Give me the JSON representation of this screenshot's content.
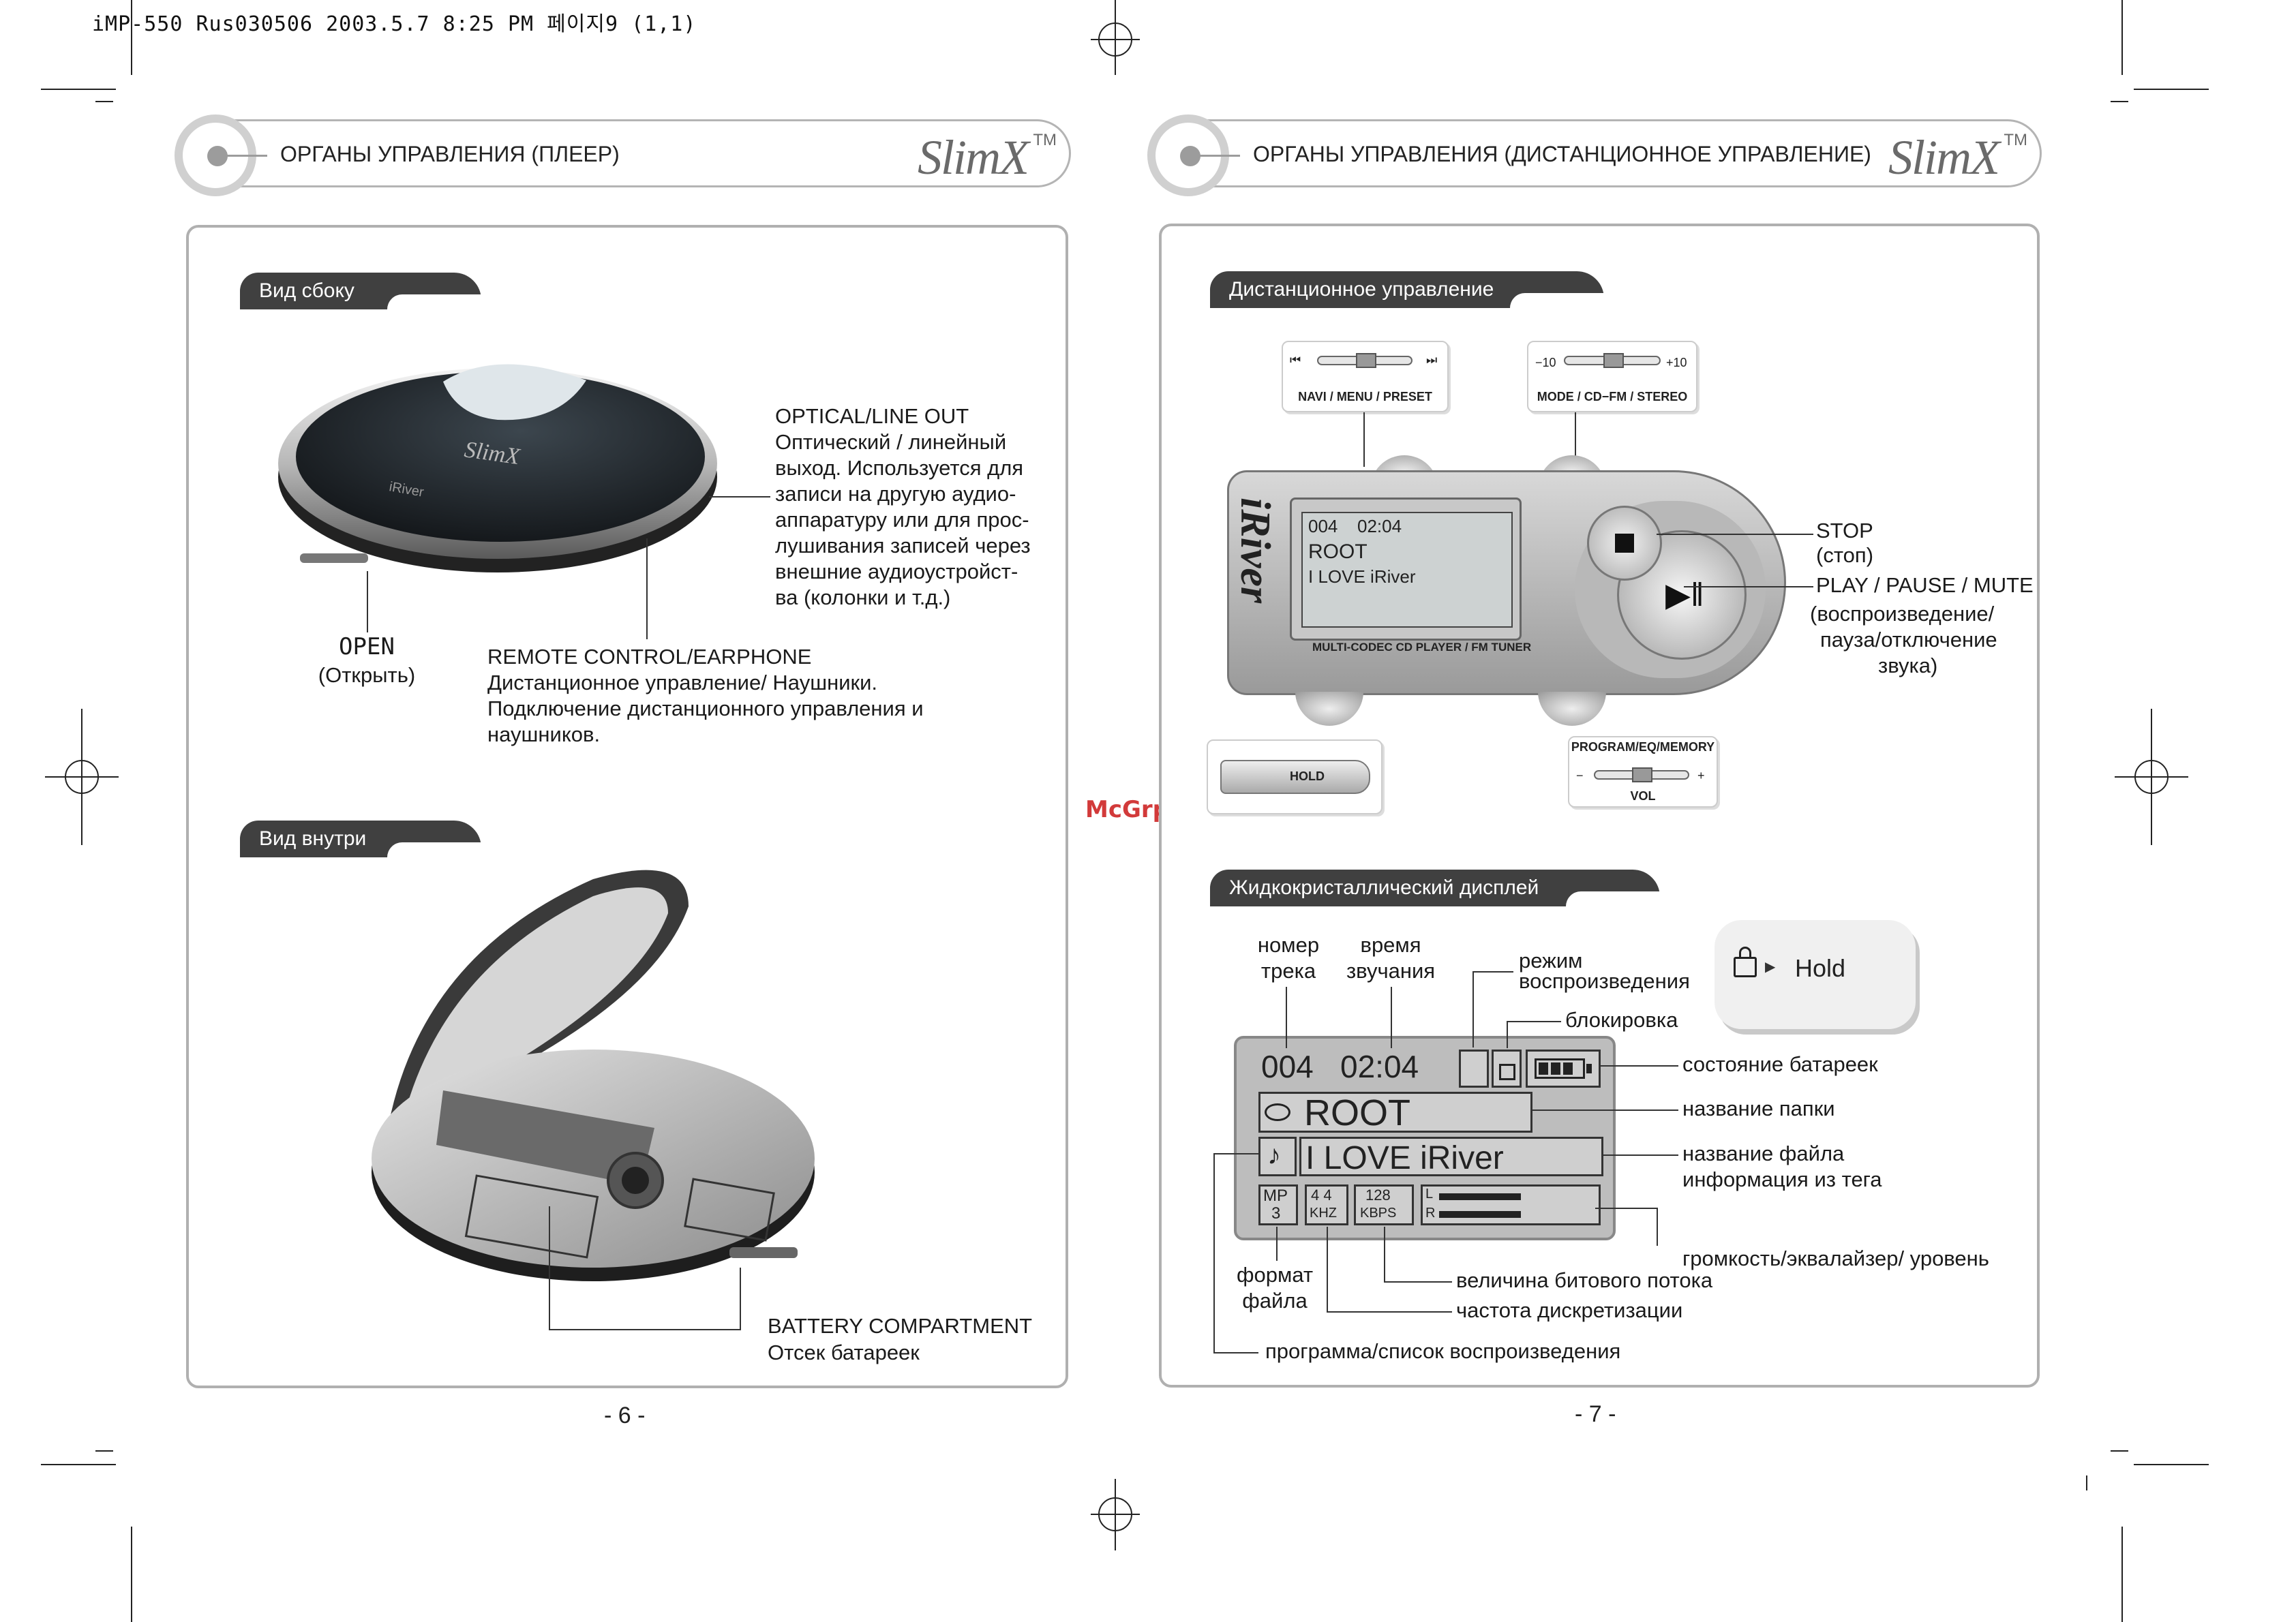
{
  "print_header": "iMP-550 Rus030506 2003.5.7 8:25 PM 페이지9 (1,1)",
  "watermark": "McGrp.Ru",
  "left": {
    "header_title": "ОРГАНЫ УПРАВЛЕНИЯ (ПЛЕЕР)",
    "brand": "SlimX",
    "tm": "TM",
    "tab_side": "Вид сбоку",
    "tab_inside": "Вид внутри",
    "optical": {
      "title": "OPTICAL/LINE OUT",
      "lines": [
        "Оптический / линейный",
        "выход. Используется для",
        "записи на другую аудио-",
        "аппаратуру или для прос-",
        "лушивания записей через",
        "внешние аудиоустройст-",
        "ва (колонки и т.д.)"
      ]
    },
    "open": {
      "title": "OPEN",
      "sub": "(Открыть)"
    },
    "remote": {
      "title": "REMOTE CONTROL/EARPHONE",
      "lines": [
        "Дистанционное управление/ Наушники.",
        "Подключение дистанционного управления и",
        "наушников."
      ]
    },
    "battery": {
      "title": "BATTERY COMPARTMENT",
      "sub": "Отсек батареек"
    },
    "device_logo": "SlimX",
    "device_brand": "iRiver",
    "page": "- 6 -"
  },
  "right": {
    "header_title": "ОРГАНЫ УПРАВЛЕНИЯ (ДИСТАНЦИОННОЕ УПРАВЛЕНИЕ)",
    "brand": "SlimX",
    "tm": "TM",
    "tab_remote": "Дистанционное управление",
    "tab_lcd": "Жидкокристаллический дисплей",
    "navi_label": "NAVI / MENU / PRESET",
    "mode_label": "MODE / CD−FM / STEREO",
    "mode_minus": "−10",
    "mode_plus": "+10",
    "program_label": "PROGRAM/EQ/MEMORY",
    "vol_label": "VOL",
    "vol_minus": "−",
    "vol_plus": "+",
    "hold_label": "HOLD",
    "remote_brand": "iRiver",
    "remote_caption": "MULTI-CODEC CD PLAYER / FM TUNER",
    "stop": {
      "title": "STOP",
      "sub": "(стоп)"
    },
    "play": {
      "title": "PLAY / PAUSE / MUTE",
      "lines": [
        "(воспроизведение/",
        "пауза/отключение",
        "звука)"
      ]
    },
    "lcd": {
      "track": "004",
      "time": "02:04",
      "folder": "ROOT",
      "file": "I LOVE iRiver",
      "format_top": "MP",
      "format_bottom": "3",
      "khz_top": "4 4",
      "khz_bottom": "KHZ",
      "kbps_top": "128",
      "kbps_bottom": "KBPS",
      "ch_l": "L",
      "ch_r": "R"
    },
    "hold_bubble": "Hold",
    "labels": {
      "track_number": [
        "номер",
        "трека"
      ],
      "play_time": [
        "время",
        "звучания"
      ],
      "play_mode": [
        "режим",
        "воспроизведения"
      ],
      "lock": "блокировка",
      "battery": "состояние батареек",
      "folder_name": "название папки",
      "file_name": [
        "название файла",
        "информация из тега"
      ],
      "volume": "громкость/эквалайзер/ уровень",
      "bitrate": "величина битового потока",
      "sample_rate": "частота дискретизации",
      "file_format": [
        "формат",
        "файла"
      ],
      "program": "программа/список воспроизведения"
    },
    "page": "- 7 -"
  }
}
